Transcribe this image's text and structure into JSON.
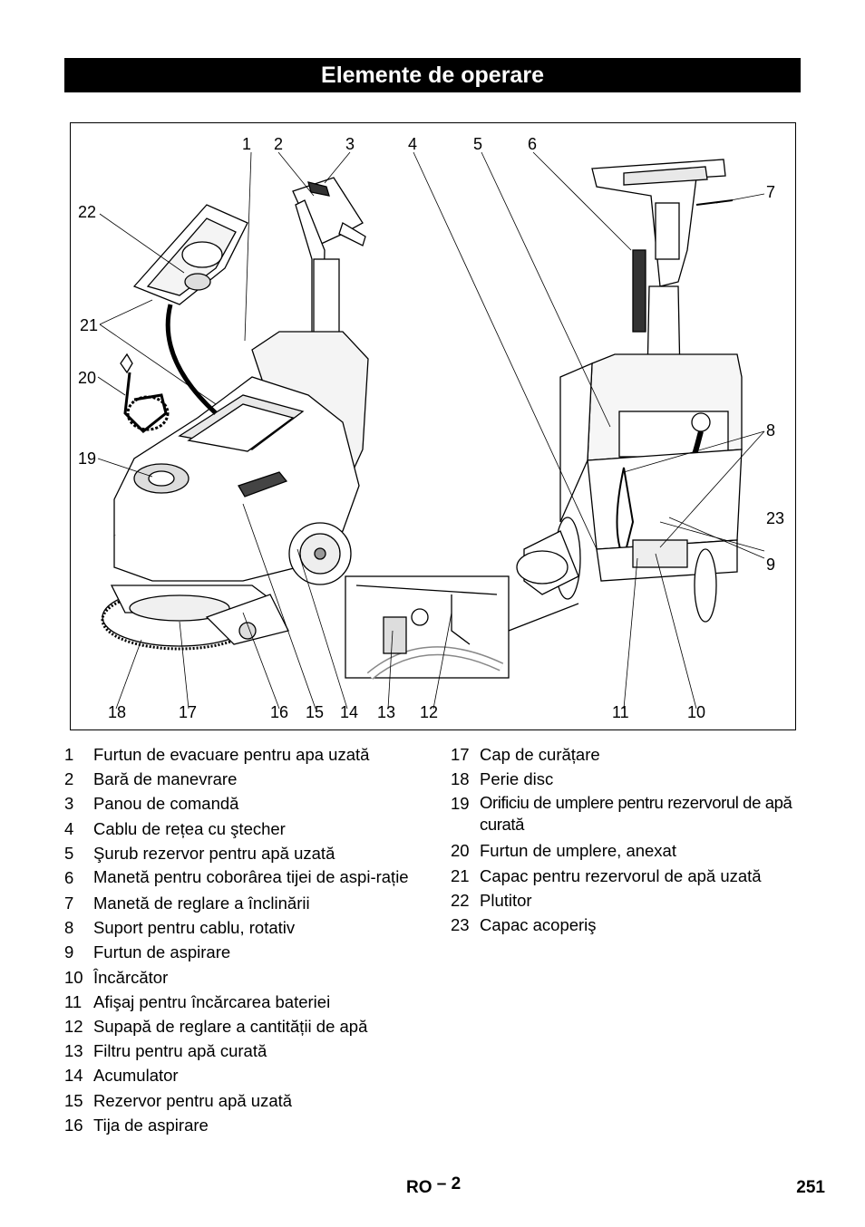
{
  "header": {
    "title": "Elemente de operare"
  },
  "figure": {
    "callouts": [
      "1",
      "2",
      "3",
      "4",
      "5",
      "6",
      "7",
      "8",
      "9",
      "10",
      "11",
      "12",
      "13",
      "14",
      "15",
      "16",
      "17",
      "18",
      "19",
      "20",
      "21",
      "22",
      "23"
    ]
  },
  "legend": {
    "left": [
      {
        "num": "1",
        "text": "Furtun de evacuare pentru apa uzată"
      },
      {
        "num": "2",
        "text": "Bară de manevrare"
      },
      {
        "num": "3",
        "text": "Panou de comandă"
      },
      {
        "num": "4",
        "text": "Cablu de rețea cu ştecher"
      },
      {
        "num": "5",
        "text": "Şurub rezervor pentru apă uzată"
      },
      {
        "num": "6",
        "text": "Manetă pentru coborârea tijei de aspi-rație"
      },
      {
        "num": "7",
        "text": "Manetă de reglare a înclinării"
      },
      {
        "num": "8",
        "text": "Suport pentru cablu, rotativ"
      },
      {
        "num": "9",
        "text": "Furtun de aspirare"
      },
      {
        "num": "10",
        "text": "Încărcător"
      },
      {
        "num": "11",
        "text": "Afişaj pentru încărcarea bateriei"
      },
      {
        "num": "12",
        "text": "Supapă de reglare a cantității de apă"
      },
      {
        "num": "13",
        "text": "Filtru pentru apă curată"
      },
      {
        "num": "14",
        "text": "Acumulator"
      },
      {
        "num": "15",
        "text": "Rezervor pentru apă uzată"
      },
      {
        "num": "16",
        "text": "Tija de aspirare"
      }
    ],
    "right": [
      {
        "num": "17",
        "text": "Cap de curățare"
      },
      {
        "num": "18",
        "text": "Perie disc"
      },
      {
        "num": "19",
        "text": "Orificiu de umplere pentru rezervorul de apă curată"
      },
      {
        "num": "20",
        "text": "Furtun de umplere, anexat"
      },
      {
        "num": "21",
        "text": "Capac pentru rezervorul de apă uzată"
      },
      {
        "num": "22",
        "text": "Plutitor"
      },
      {
        "num": "23",
        "text": "Capac acoperiş"
      }
    ]
  },
  "footer": {
    "code": "RO",
    "dash": "– 2",
    "page": "251"
  }
}
